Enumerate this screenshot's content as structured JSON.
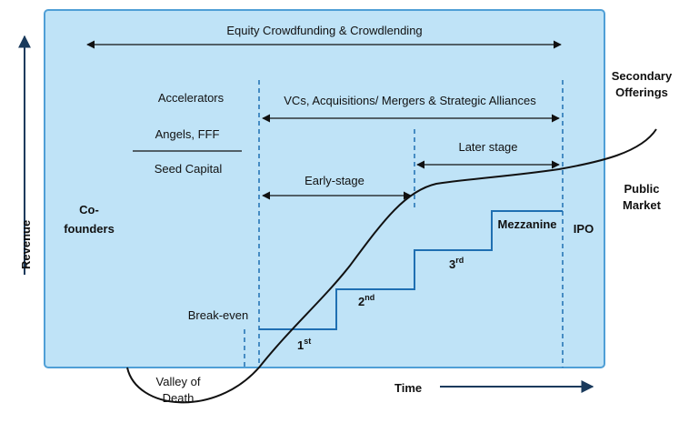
{
  "diagram": {
    "top_span": "Equity Crowdfunding & Crowdlending",
    "accelerators": "Accelerators",
    "angels": "Angels, FFF",
    "seed": "Seed Capital",
    "vcs": "VCs, Acquisitions/ Mergers & Strategic Alliances",
    "later_stage": "Later stage",
    "early_stage": "Early-stage",
    "cofounders_1": "Co-",
    "cofounders_2": "founders",
    "break_even": "Break-even",
    "valley_1": "Valley of",
    "valley_2": "Death",
    "round_1": "1",
    "round_1_sup": "st",
    "round_2": "2",
    "round_2_sup": "nd",
    "round_3": "3",
    "round_3_sup": "rd",
    "mezzanine": "Mezzanine",
    "ipo": "IPO",
    "secondary_1": "Secondary",
    "secondary_2": "Offerings",
    "public_1": "Public",
    "public_2": "Market",
    "y_axis": "Revenue",
    "x_axis": "Time"
  },
  "colors": {
    "panel_fill": "#bfe3f7",
    "panel_border": "#4f9fd6",
    "steps": "#1f6fb2",
    "axis": "#1a3a5c"
  }
}
